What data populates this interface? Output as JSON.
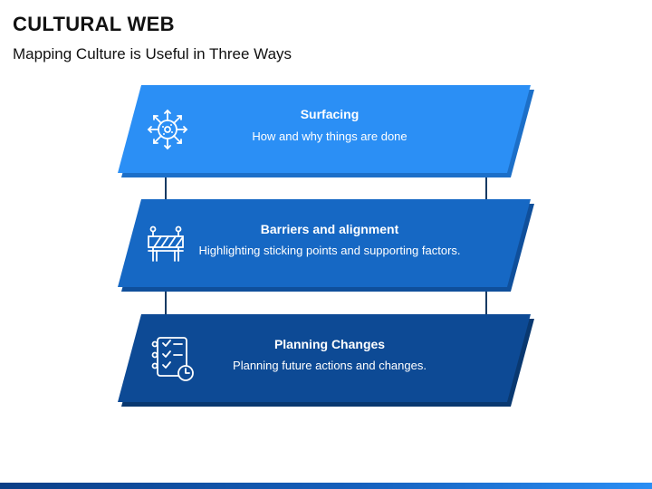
{
  "header": {
    "title": "CULTURAL WEB",
    "subtitle": "Mapping Culture is Useful in Three Ways"
  },
  "steps": [
    {
      "title": "Surfacing",
      "description": "How and why things are done",
      "icon": "virus-spread-icon",
      "color": "#2b8ff5",
      "shadow": "#1c6fc8"
    },
    {
      "title": "Barriers and alignment",
      "description": "Highlighting sticking points and supporting factors.",
      "icon": "barrier-icon",
      "color": "#1668c4",
      "shadow": "#0f4f9b"
    },
    {
      "title": "Planning Changes",
      "description": "Planning future actions and changes.",
      "icon": "checklist-clock-icon",
      "color": "#0d4a95",
      "shadow": "#093870"
    }
  ],
  "colors": {
    "connector": "#173a63",
    "footer_start": "#0b3e86",
    "footer_end": "#2a8ef4"
  }
}
